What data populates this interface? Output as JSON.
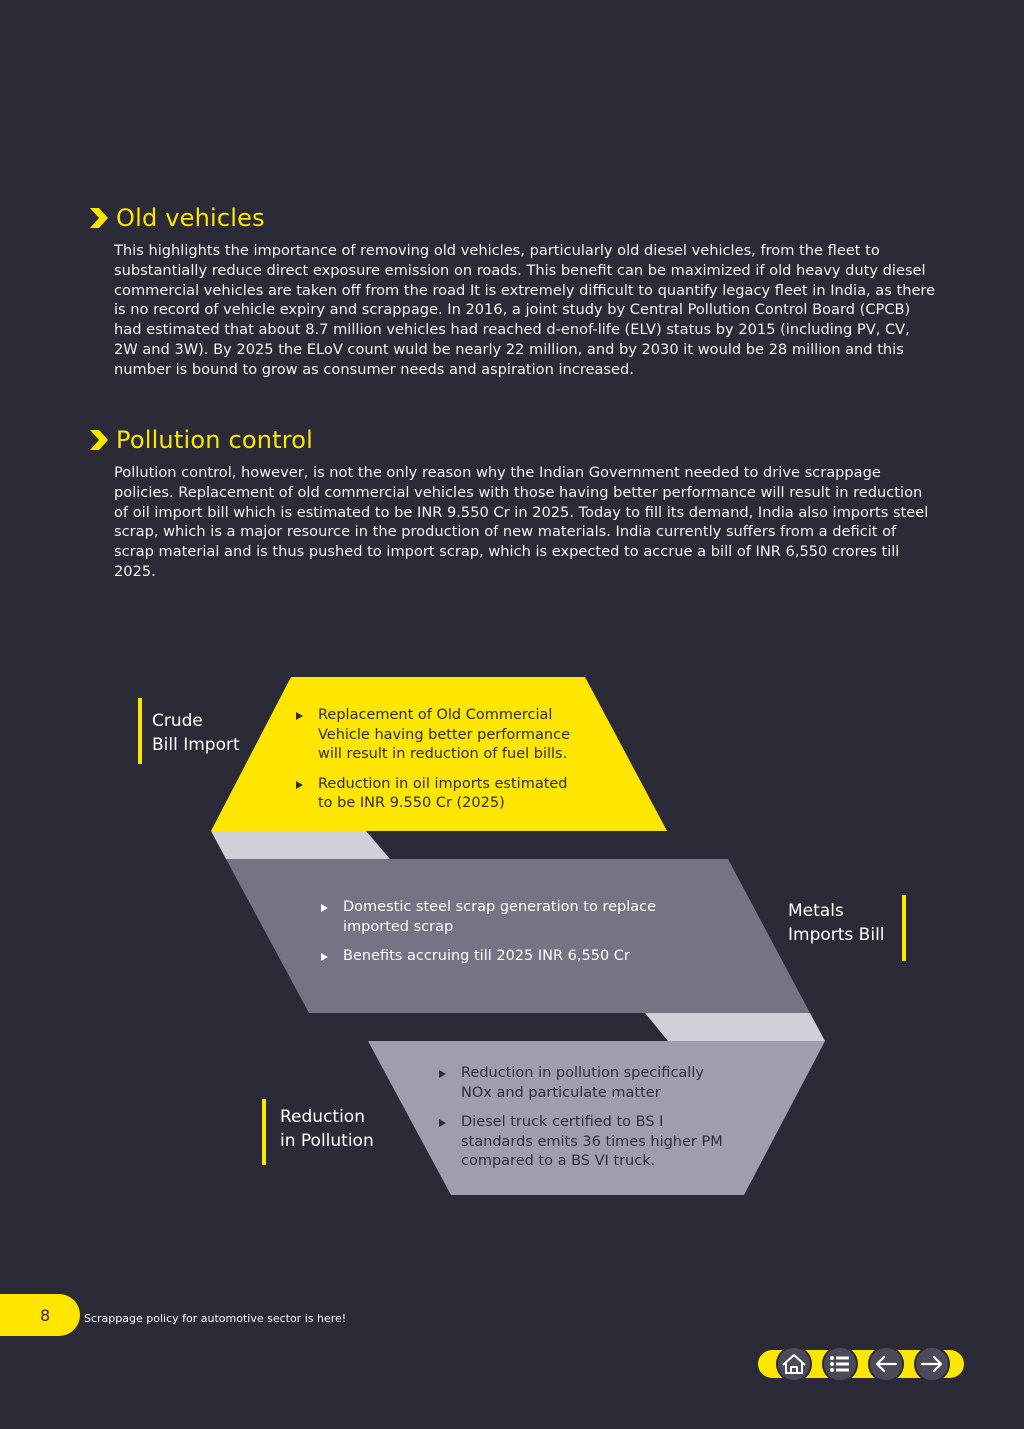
{
  "sections": [
    {
      "title": "Old vehicles",
      "body": "This highlights the importance of removing old vehicles, particularly old diesel vehicles, from the fleet to substantially reduce direct exposure emission on roads. This benefit can be maximized if old heavy duty diesel commercial vehicles are taken off from the road  It is extremely difficult to quantify legacy fleet in India, as there is no record of vehicle expiry and scrappage. In 2016, a joint study by Central Pollution Control Board (CPCB) had estimated that about 8.7 million vehicles had  reached d-enof-life (ELV) status by 2015 (including PV, CV, 2W and 3W). By 2025 the ELoV count wuld be nearly 22 million, and by 2030 it would be 28 million and this number is bound to grow as  consumer needs and aspiration increased."
    },
    {
      "title": "Pollution control",
      "body": "Pollution control, however, is not the only reason why the Indian Government needed to drive scrappage policies. Replacement of old commercial vehicles with those having better performance will result in reduction of oil import bill which is estimated to be INR 9.550 Cr in 2025. Today to  fill its demand, India also imports steel scrap, which is a major resource in the production of new materials. India currently suffers from a deficit of scrap material and is thus pushed to import scrap, which is expected to accrue a bill of INR 6,550 crores till 2025."
    }
  ],
  "diagram": {
    "blocks": [
      {
        "label_lines": [
          "Crude",
          "Bill Import"
        ],
        "bullets": [
          "Replacement of Old Commercial Vehicle having better performance will result in reduction of fuel bills.",
          "Reduction in oil imports estimated to be INR 9.550 Cr (2025)"
        ],
        "color": "#ffe600"
      },
      {
        "label_lines": [
          "Metals",
          "Imports Bill"
        ],
        "bullets": [
          "Domestic steel scrap generation to replace imported scrap",
          "Benefits accruing till 2025 INR 6,550 Cr"
        ],
        "color": "#747485"
      },
      {
        "label_lines": [
          "Reduction",
          "in Pollution"
        ],
        "bullets": [
          "Reduction in pollution specifically NOx and particulate matter",
          "Diesel truck certified to BS I standards emits 36 times higher PM compared to a BS VI truck."
        ],
        "color": "#9e9eae"
      }
    ]
  },
  "footer": {
    "page_number": "8",
    "text": "Scrappage policy for automotive sector is here!"
  },
  "nav": {
    "icons": [
      "home-icon",
      "list-icon",
      "arrow-left-icon",
      "arrow-right-icon"
    ]
  },
  "colors": {
    "background": "#2b2b37",
    "accent": "#ffe600"
  }
}
